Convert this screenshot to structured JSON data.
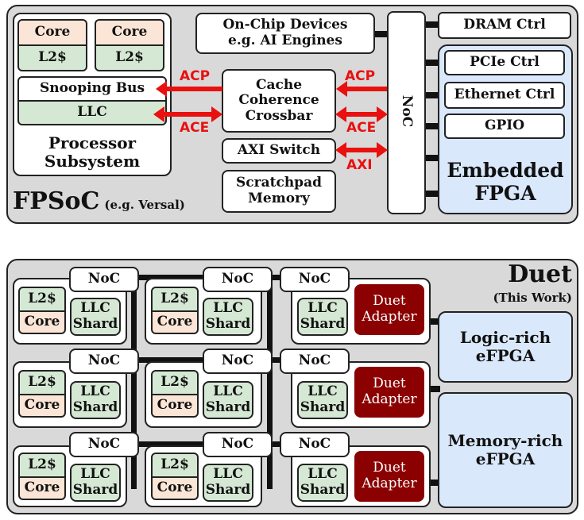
{
  "top": {
    "title": "FPSoC",
    "subtitle": "(e.g. Versal)",
    "core_label": "Core",
    "l2_label": "L2$",
    "snooping_bus": "Snooping Bus",
    "llc": "LLC",
    "processor_subsystem": "Processor\nSubsystem",
    "on_chip_devices": "On-Chip Devices\ne.g. AI Engines",
    "cache_crossbar": "Cache\nCoherence\nCrossbar",
    "axi_switch": "AXI Switch",
    "scratchpad": "Scratchpad\nMemory",
    "noc": "NoC",
    "dram_ctrl": "DRAM Ctrl",
    "pcie_ctrl": "PCIe Ctrl",
    "ethernet_ctrl": "Ethernet Ctrl",
    "gpio": "GPIO",
    "embedded_fpga": "Embedded\nFPGA",
    "acp_left": "ACP",
    "ace_left": "ACE",
    "acp_right": "ACP",
    "ace_right": "ACE",
    "axi_right": "AXI"
  },
  "bottom": {
    "title": "Duet",
    "subtitle": "(This Work)",
    "noc": "NoC",
    "l2": "L2$",
    "core": "Core",
    "llc_shard": "LLC\nShard",
    "duet_adapter": "Duet\nAdapter",
    "logic_efpga": "Logic-rich\neFPGA",
    "memory_efpga": "Memory-rich\neFPGA"
  },
  "colors": {
    "panel": "#d9d9d9",
    "core": "#fbe5d6",
    "llc": "#d5e8d4",
    "fpga": "#dae8fc",
    "adapter": "#8b0000",
    "arrow": "#e8110f"
  }
}
